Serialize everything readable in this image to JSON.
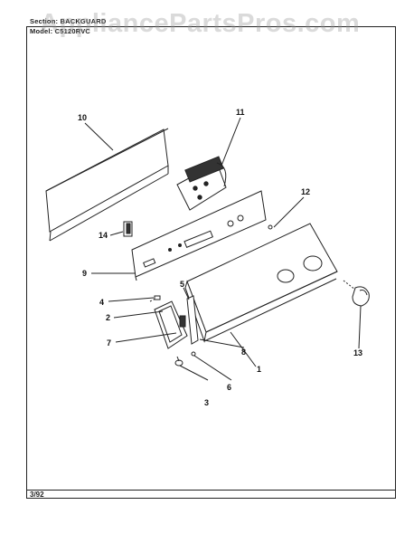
{
  "header": {
    "section_label": "Section: BACKGUARD",
    "model_label": "Model: C5120RVC"
  },
  "watermark": "AppliancePartsPros.com",
  "footer": {
    "date": "3/92"
  },
  "callouts": [
    "1",
    "2",
    "3",
    "4",
    "5",
    "6",
    "7",
    "8",
    "9",
    "10",
    "11",
    "12",
    "13",
    "14"
  ],
  "colors": {
    "line": "#222222",
    "watermark": "#969696"
  }
}
